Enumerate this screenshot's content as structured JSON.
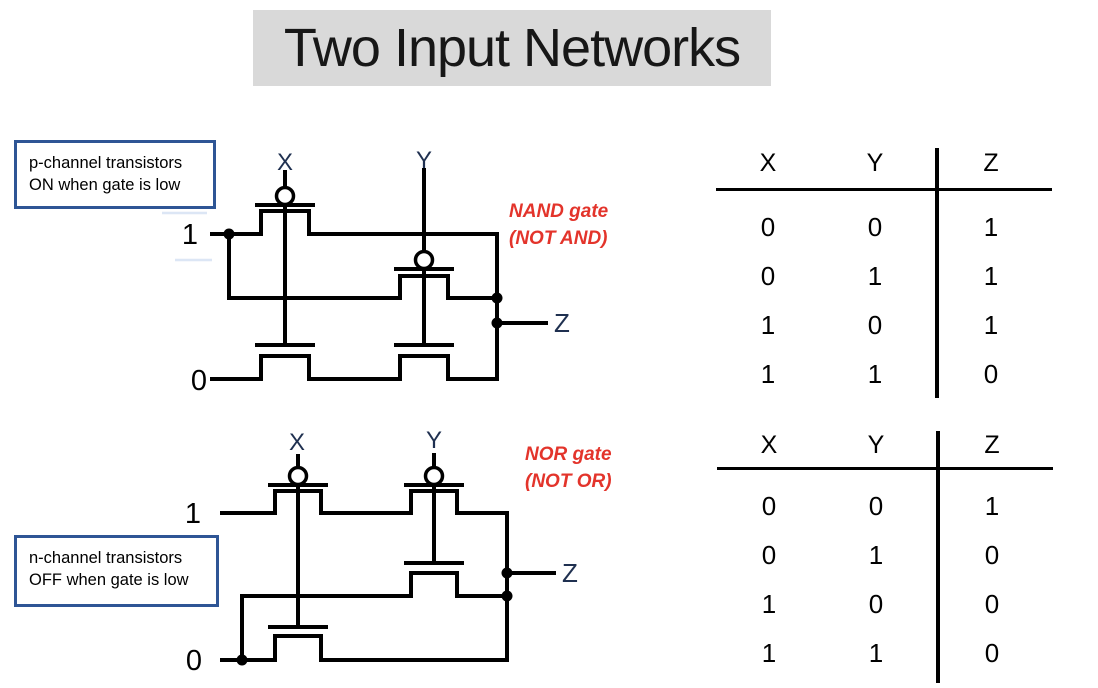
{
  "slide": {
    "title": "Two Input Networks"
  },
  "notes": {
    "p_channel": {
      "line1": "p-channel transistors",
      "line2": "ON when gate is low"
    },
    "n_channel": {
      "line1": "n-channel transistors",
      "line2": "OFF when gate is low"
    }
  },
  "nand": {
    "caption_line1": "NAND gate",
    "caption_line2": "(NOT AND)",
    "input_x": "X",
    "input_y": "Y",
    "output": "Z",
    "rail_high": "1",
    "rail_low": "0",
    "table": {
      "headers": [
        "X",
        "Y",
        "Z"
      ],
      "rows": [
        [
          "0",
          "0",
          "1"
        ],
        [
          "0",
          "1",
          "1"
        ],
        [
          "1",
          "0",
          "1"
        ],
        [
          "1",
          "1",
          "0"
        ]
      ]
    }
  },
  "nor": {
    "caption_line1": "NOR gate",
    "caption_line2": "(NOT OR)",
    "input_x": "X",
    "input_y": "Y",
    "output": "Z",
    "rail_high": "1",
    "rail_low": "0",
    "table": {
      "headers": [
        "X",
        "Y",
        "Z"
      ],
      "rows": [
        [
          "0",
          "0",
          "1"
        ],
        [
          "0",
          "1",
          "0"
        ],
        [
          "1",
          "0",
          "0"
        ],
        [
          "1",
          "1",
          "0"
        ]
      ]
    }
  },
  "colors": {
    "caption_red": "#e3342b",
    "note_border_blue": "#2e5595",
    "circuit_label_navy": "#1f3050",
    "title_highlight": "#d9d9d9",
    "wire_black": "#000000"
  }
}
